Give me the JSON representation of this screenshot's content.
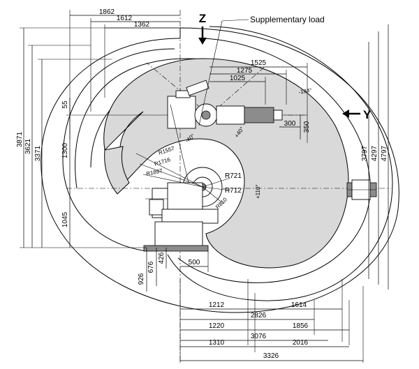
{
  "diagram": {
    "caption": "Supplementary load",
    "axis_z": "Z",
    "axis_y": "Y",
    "top_dims": [
      "1862",
      "1612",
      "1362"
    ],
    "right_top_dims": [
      "1525",
      "1275",
      "1025"
    ],
    "tool_dims": [
      "300",
      "350"
    ],
    "left_dims": [
      "3871",
      "3621",
      "3371",
      "55",
      "1300",
      "1045"
    ],
    "right_dims": [
      "3797",
      "4297",
      "4797"
    ],
    "base_dims": [
      "676",
      "426",
      "926",
      "500"
    ],
    "radii": [
      "R1557",
      "R1716",
      "R1897",
      "R721",
      "R712",
      "R810"
    ],
    "angles": [
      "-40°",
      "+40°",
      "-184°",
      "+110°"
    ],
    "bottom_left_dims": [
      "1212",
      "1220",
      "1310"
    ],
    "bottom_right_dims": [
      "1614",
      "2826",
      "1856",
      "3076",
      "2016",
      "3326"
    ]
  }
}
